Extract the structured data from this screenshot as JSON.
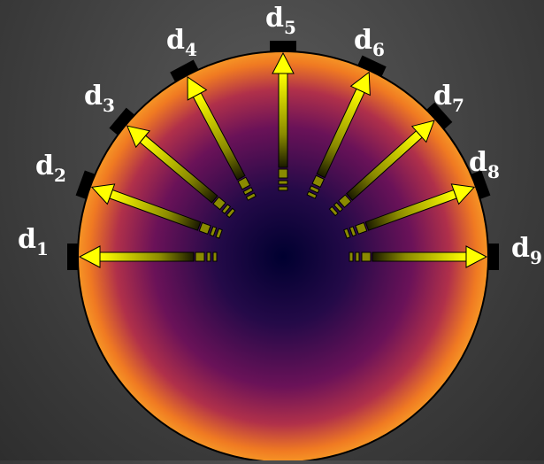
{
  "colors": {
    "background": "#3f3f3f",
    "field_center": "#000030",
    "field_mid": "#7a1458",
    "field_edge": "#ffb020",
    "arrow_fill": "#ffff00",
    "detector": "#000000",
    "label": "#ffffff"
  },
  "detectors": [
    {
      "id": "d1",
      "base": "d",
      "sub": "1"
    },
    {
      "id": "d2",
      "base": "d",
      "sub": "2"
    },
    {
      "id": "d3",
      "base": "d",
      "sub": "3"
    },
    {
      "id": "d4",
      "base": "d",
      "sub": "4"
    },
    {
      "id": "d5",
      "base": "d",
      "sub": "5"
    },
    {
      "id": "d6",
      "base": "d",
      "sub": "6"
    },
    {
      "id": "d7",
      "base": "d",
      "sub": "7"
    },
    {
      "id": "d8",
      "base": "d",
      "sub": "8"
    },
    {
      "id": "d9",
      "base": "d",
      "sub": "9"
    }
  ]
}
